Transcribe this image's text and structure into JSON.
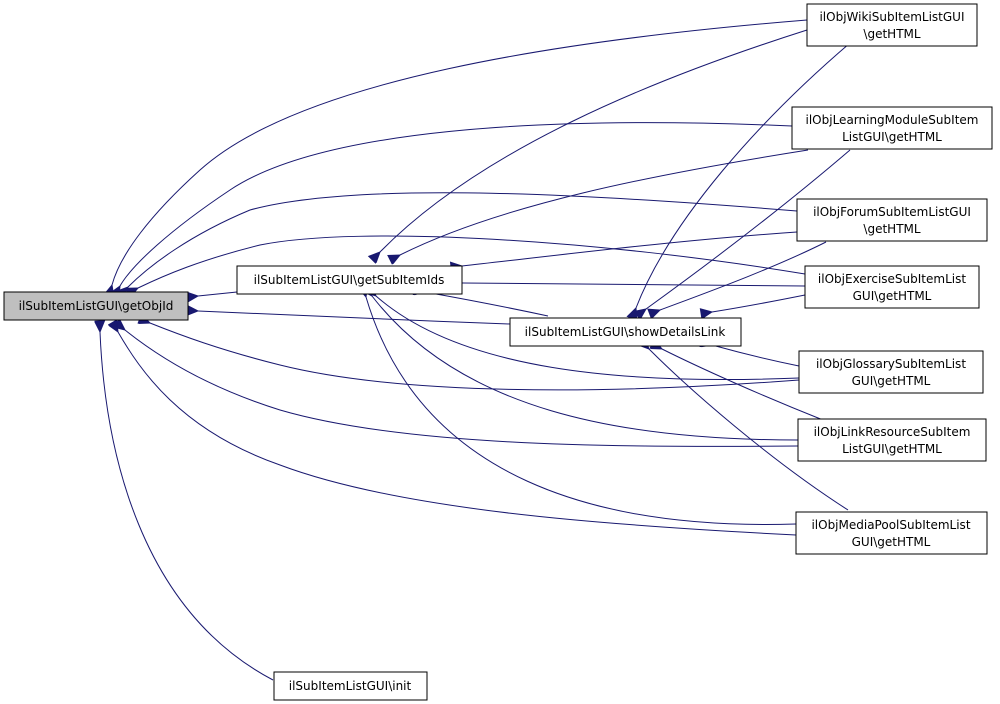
{
  "colors": {
    "edge": "#191970",
    "focus_fill": "#bfbfbf",
    "node_fill": "#ffffff",
    "border": "#000000"
  },
  "nodes": {
    "getObjId": {
      "lines": [
        "ilSubItemListGUI\\getObjId"
      ]
    },
    "getSubItemIds": {
      "lines": [
        "ilSubItemListGUI\\getSubItemIds"
      ]
    },
    "showDetailsLink": {
      "lines": [
        "ilSubItemListGUI\\showDetailsLink"
      ]
    },
    "init": {
      "lines": [
        "ilSubItemListGUI\\init"
      ]
    },
    "wiki": {
      "lines": [
        "ilObjWikiSubItemListGUI",
        "\\getHTML"
      ]
    },
    "lm": {
      "lines": [
        "ilObjLearningModuleSubItem",
        "ListGUI\\getHTML"
      ]
    },
    "forum": {
      "lines": [
        "ilObjForumSubItemListGUI",
        "\\getHTML"
      ]
    },
    "exercise": {
      "lines": [
        "ilObjExerciseSubItemList",
        "GUI\\getHTML"
      ]
    },
    "glossary": {
      "lines": [
        "ilObjGlossarySubItemList",
        "GUI\\getHTML"
      ]
    },
    "linkres": {
      "lines": [
        "ilObjLinkResourceSubItem",
        "ListGUI\\getHTML"
      ]
    },
    "mediapool": {
      "lines": [
        "ilObjMediaPoolSubItemList",
        "GUI\\getHTML"
      ]
    }
  }
}
